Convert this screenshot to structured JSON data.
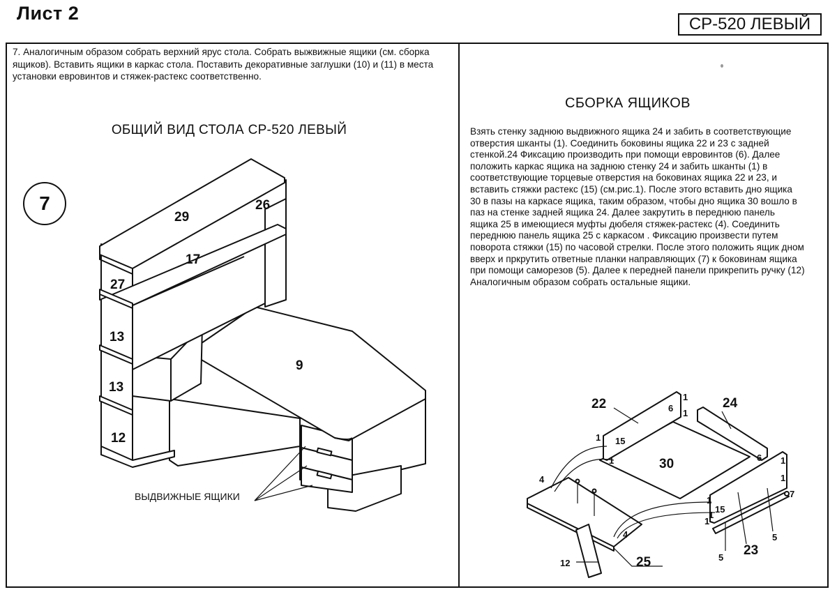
{
  "header": {
    "sheet_title": "Лист 2",
    "model": "СР-520 ЛЕВЫЙ"
  },
  "left_panel": {
    "step_text": "7. Аналогичным образом собрать верхний ярус стола. Собрать выжвижные ящики (см. сборка ящиков). Вставить ящики в каркас стола. Поставить декоративные заглушки  (10) и (11) в места установки евровинтов и стяжек-растекс соответственно.",
    "view_title": "ОБЩИЙ ВИД СТОЛА СР-520 ЛЕВЫЙ",
    "step_number": "7",
    "drawer_caption": "ВЫДВИЖНЫЕ ЯЩИКИ",
    "part_labels": {
      "p29": "29",
      "p26": "26",
      "p17": "17",
      "p27": "27",
      "p13a": "13",
      "p13b": "13",
      "p12": "12",
      "p9": "9"
    }
  },
  "right_panel": {
    "section_title": "СБОРКА ЯЩИКОВ",
    "description": "Взять стенку заднюю выдвижного ящика 24 и забить в соответствующие отверстия шканты (1). Соединить боковины ящика 22 и 23 с задней стенкой.24 Фиксацию производить при помощи евровинтов (6). Далее положить каркас ящика на заднюю стенку 24  и забить шканты (1) в соответствующие  торцевые отверстия на боковинах ящика 22 и 23, и вставить стяжки растекс (15) (см.рис.1). После этого вставить дно ящика 30  в пазы на каркасе ящика, таким образом, чтобы дно ящика 30  вошло в паз на стенке задней ящика 24. Далее закрутить в переднюю панель ящика 25 в имеющиеся муфты дюбеля стяжек-растекс (4). Соединить переднюю панель ящика 25 с каркасом . Фиксацию произвести путем поворота стяжки (15) по часовой стрелки. После этого положить ящик дном вверх и пркрутить ответные планки направляющих  (7) к боковинам ящика при помощи саморезов (5). Далее к передней панели прикрепить ручку (12)  Аналогичным образом собрать остальные ящики.",
    "part_labels": {
      "p22": "22",
      "p24": "24",
      "p30": "30",
      "p25": "25",
      "p23": "23",
      "p12": "12",
      "p1a": "1",
      "p1b": "1",
      "p1c": "1",
      "p1d": "1",
      "p1e": "1",
      "p1f": "1",
      "p1g": "1",
      "p1h": "1",
      "p1i": "1",
      "p6a": "6",
      "p6b": "6",
      "p15a": "15",
      "p15b": "15",
      "p4a": "4",
      "p4b": "4",
      "p7": "7",
      "p5a": "5",
      "p5b": "5"
    }
  }
}
